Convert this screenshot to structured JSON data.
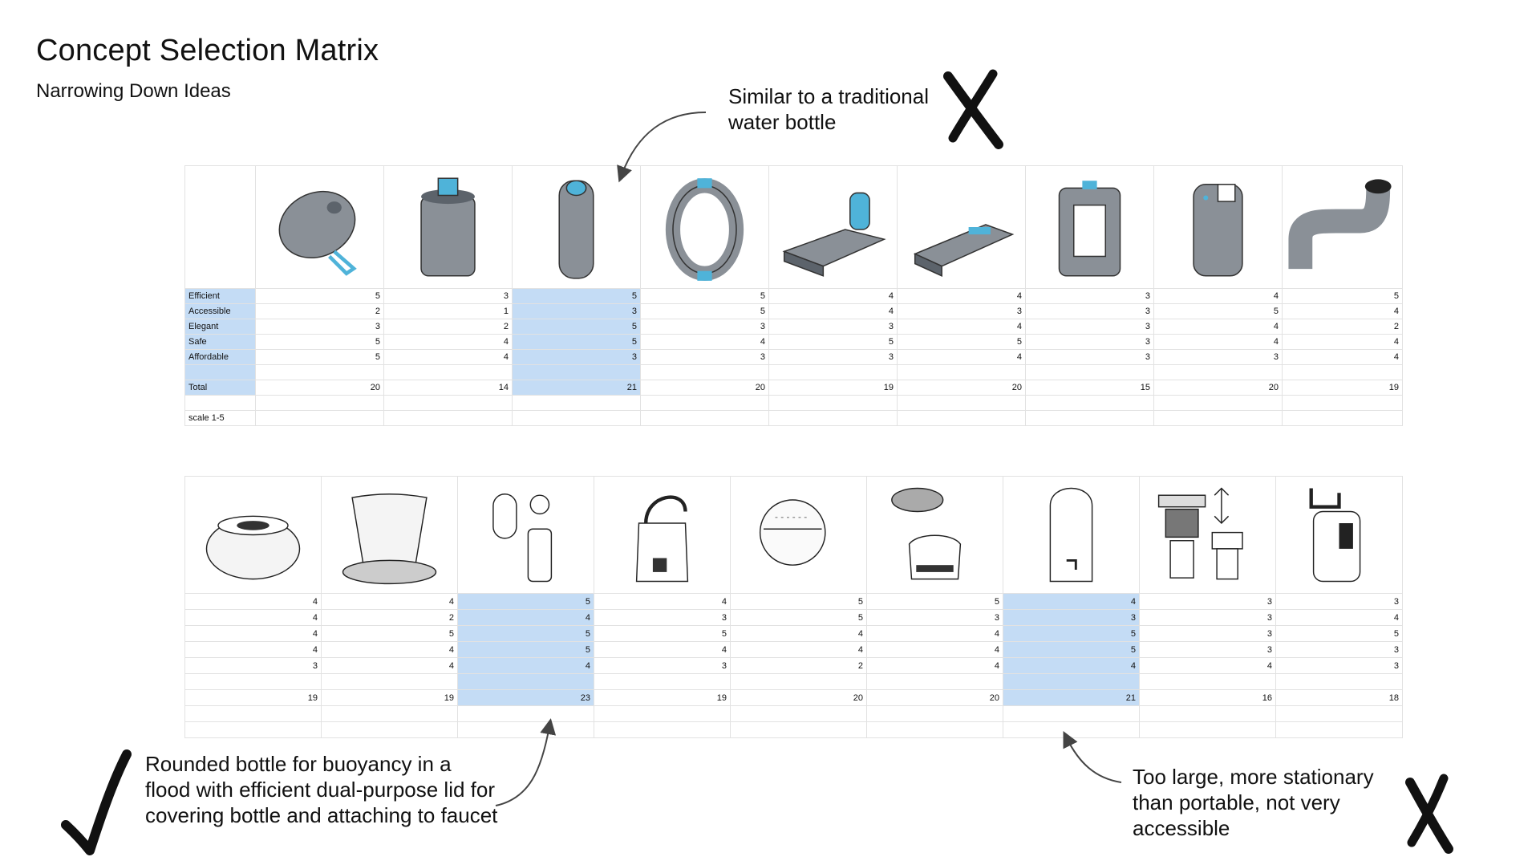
{
  "title": "Concept Selection Matrix",
  "subtitle": "Narrowing Down Ideas",
  "notes": {
    "top": "Similar to a traditional water bottle",
    "left": "Rounded bottle for buoyancy in a flood with efficient dual-purpose lid for covering bottle and attaching to faucet",
    "right": "Too large, more stationary than portable, not very accessible"
  },
  "matrix1": {
    "criteria": [
      "Efficient",
      "Accessible",
      "Elegant",
      "Safe",
      "Affordable"
    ],
    "total_label": "Total",
    "scale_label": "scale 1-5",
    "highlight_color": "#c4dcf5",
    "concepts": [
      {
        "scores": [
          "5",
          "2",
          "3",
          "5",
          "5"
        ],
        "total": "20",
        "icon": "tilted-canister-with-carabiner-sketch"
      },
      {
        "scores": [
          "3",
          "1",
          "2",
          "4",
          "4"
        ],
        "total": "14",
        "icon": "cylinder-with-blue-cap-sketch"
      },
      {
        "scores": [
          "5",
          "3",
          "5",
          "5",
          "3"
        ],
        "total": "21",
        "icon": "slim-bottle-sketch",
        "selected": true
      },
      {
        "scores": [
          "5",
          "5",
          "3",
          "4",
          "3"
        ],
        "total": "20",
        "icon": "ring-bottle-sketch"
      },
      {
        "scores": [
          "4",
          "4",
          "3",
          "5",
          "3"
        ],
        "total": "19",
        "icon": "tray-with-tank-sketch"
      },
      {
        "scores": [
          "4",
          "3",
          "4",
          "5",
          "4"
        ],
        "total": "20",
        "icon": "flat-box-sketch"
      },
      {
        "scores": [
          "3",
          "3",
          "3",
          "3",
          "3"
        ],
        "total": "15",
        "icon": "framed-box-sketch"
      },
      {
        "scores": [
          "4",
          "5",
          "4",
          "4",
          "3"
        ],
        "total": "20",
        "icon": "notched-cylinder-sketch"
      },
      {
        "scores": [
          "5",
          "4",
          "2",
          "4",
          "4"
        ],
        "total": "19",
        "icon": "curved-pipe-sketch"
      }
    ]
  },
  "matrix2": {
    "concepts": [
      {
        "scores": [
          "4",
          "4",
          "4",
          "4",
          "3"
        ],
        "total": "19",
        "icon": "rounded-pot-sketch"
      },
      {
        "scores": [
          "4",
          "2",
          "5",
          "4",
          "4"
        ],
        "total": "19",
        "icon": "flared-vessel-sketch"
      },
      {
        "scores": [
          "5",
          "4",
          "5",
          "5",
          "4"
        ],
        "total": "23",
        "icon": "capsule-bottle-with-lid-sketch",
        "selected": true
      },
      {
        "scores": [
          "4",
          "3",
          "5",
          "4",
          "3"
        ],
        "total": "19",
        "icon": "jug-with-spout-sketch"
      },
      {
        "scores": [
          "5",
          "5",
          "4",
          "4",
          "2"
        ],
        "total": "20",
        "icon": "sphere-filter-sketch"
      },
      {
        "scores": [
          "5",
          "3",
          "4",
          "4",
          "4"
        ],
        "total": "20",
        "icon": "bowl-filter-sketch"
      },
      {
        "scores": [
          "4",
          "3",
          "5",
          "5",
          "4"
        ],
        "total": "21",
        "icon": "tall-dispenser-sketch",
        "selected": true
      },
      {
        "scores": [
          "3",
          "3",
          "3",
          "3",
          "4"
        ],
        "total": "16",
        "icon": "pump-filter-sketch"
      },
      {
        "scores": [
          "3",
          "4",
          "5",
          "3",
          "3"
        ],
        "total": "18",
        "icon": "portable-faucet-sketch"
      }
    ]
  },
  "marks": {
    "reject_top": "x-mark-icon",
    "accept": "check-mark-icon",
    "reject_bottom": "x-mark-icon"
  }
}
